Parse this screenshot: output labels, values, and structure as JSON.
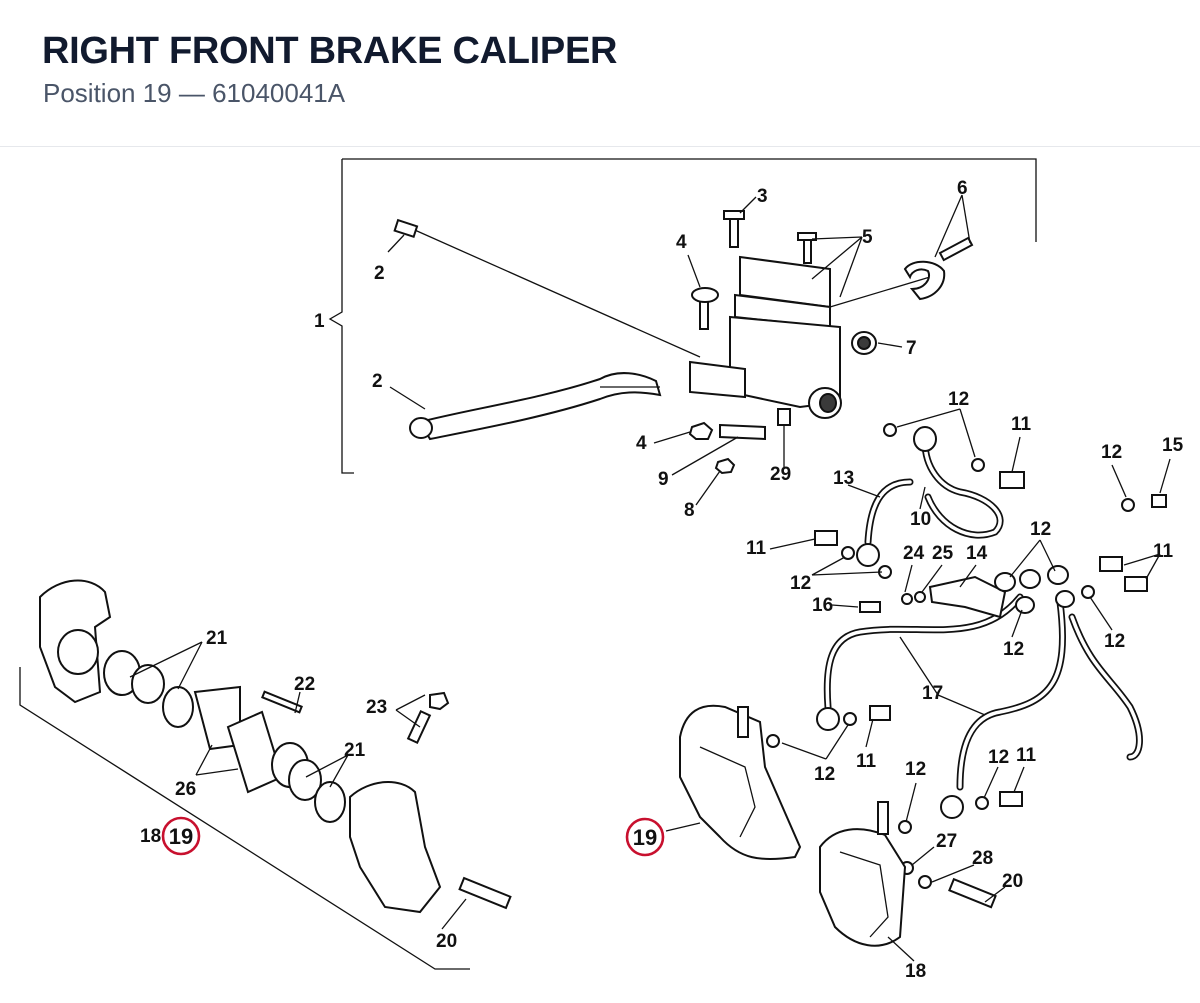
{
  "header": {
    "title": "RIGHT FRONT BRAKE CALIPER",
    "subtitle": "Position 19 — 61040041A"
  },
  "diagram": {
    "highlight_color": "#c8102e",
    "callouts": {
      "c1": "1",
      "c2a": "2",
      "c2b": "2",
      "c3": "3",
      "c4a": "4",
      "c4b": "4",
      "c5": "5",
      "c6": "6",
      "c7": "7",
      "c8": "8",
      "c9": "9",
      "c10": "10",
      "c11a": "11",
      "c11b": "11",
      "c11c": "11",
      "c11d": "11",
      "c11e": "11",
      "c12a": "12",
      "c12b": "12",
      "c12c": "12",
      "c12d": "12",
      "c12e": "12",
      "c12f": "12",
      "c12g": "12",
      "c12h": "12",
      "c12i": "12",
      "c13": "13",
      "c14": "14",
      "c15": "15",
      "c16": "16",
      "c17": "17",
      "c18a": "18",
      "c18b": "18",
      "c19a": "19",
      "c19b": "19",
      "c20a": "20",
      "c20b": "20",
      "c21a": "21",
      "c21b": "21",
      "c22": "22",
      "c23": "23",
      "c24": "24",
      "c25": "25",
      "c26": "26",
      "c27": "27",
      "c28": "28",
      "c29": "29"
    }
  }
}
